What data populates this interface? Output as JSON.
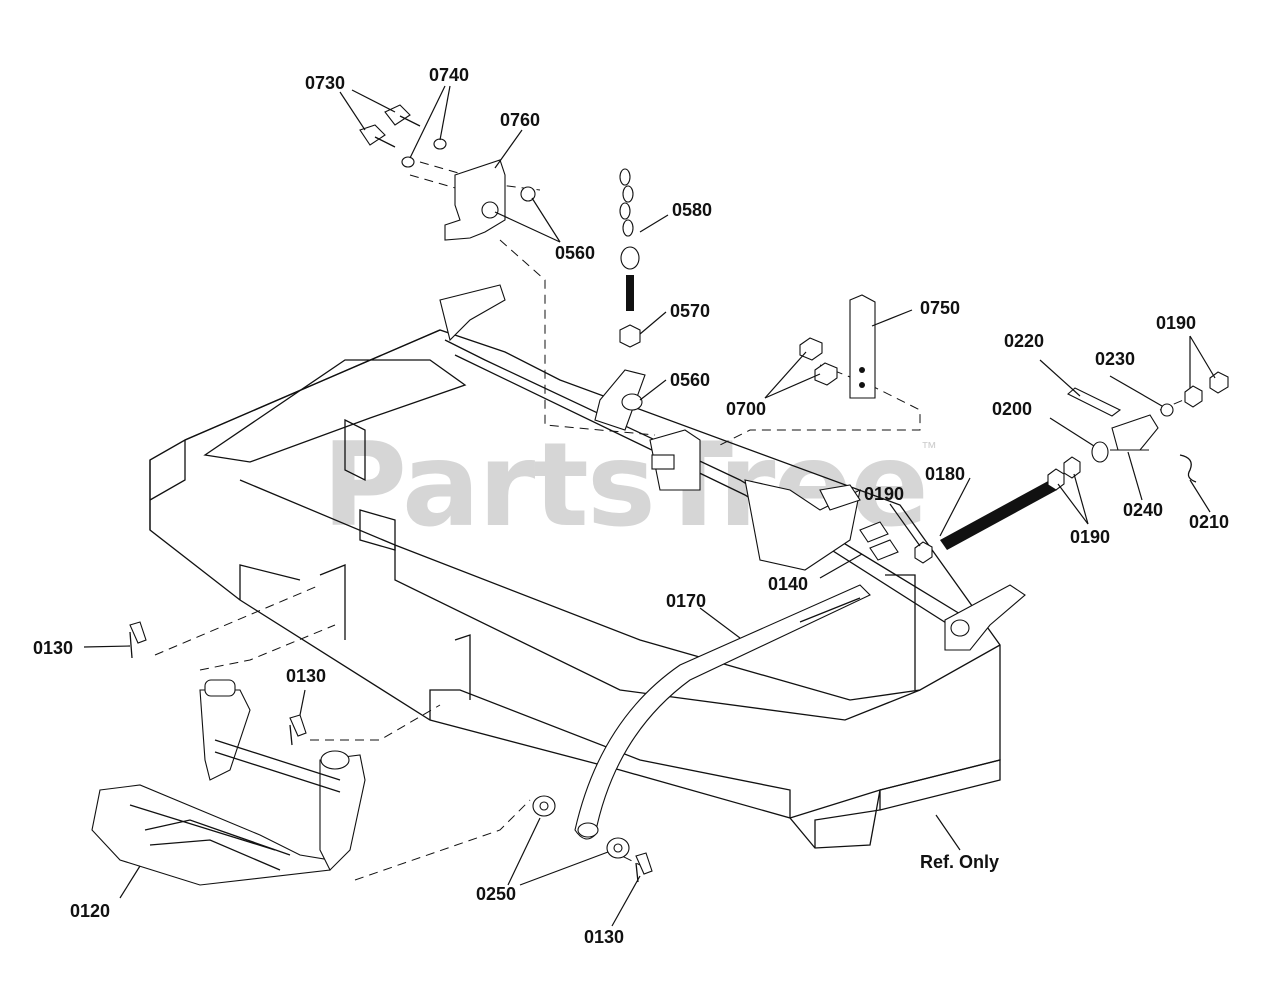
{
  "watermark": {
    "text": "PartsTree",
    "trademark": "™"
  },
  "labels": {
    "l0730": "0730",
    "l0740": "0740",
    "l0760": "0760",
    "l0560_top": "0560",
    "l0580": "0580",
    "l0570": "0570",
    "l0560_mid": "0560",
    "l0750": "0750",
    "l0700": "0700",
    "l0220": "0220",
    "l0230": "0230",
    "l0190_top": "0190",
    "l0200": "0200",
    "l0180": "0180",
    "l0190_mid": "0190",
    "l0240": "0240",
    "l0210": "0210",
    "l0190_low": "0190",
    "l0140": "0140",
    "l0170": "0170",
    "l0130_left": "0130",
    "l0130_mid": "0130",
    "l0250": "0250",
    "l0130_bottom": "0130",
    "l0120": "0120",
    "ref": "Ref. Only"
  }
}
